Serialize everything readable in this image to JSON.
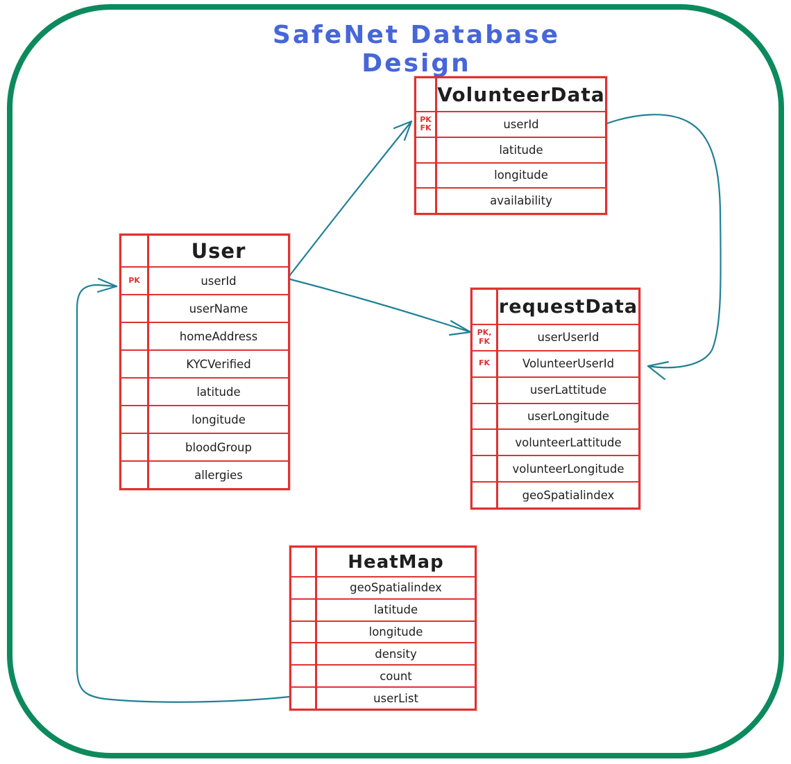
{
  "title": "SafeNet Database Design",
  "colors": {
    "background": "#ffffff",
    "frame": "#0c8a5e",
    "title_text": "#4666d9",
    "table_border": "#e03131",
    "key_text": "#e03131",
    "field_text": "#1e1e1e",
    "arrow": "#1f8096"
  },
  "tables": [
    {
      "name": "VolunteerData",
      "fields": [
        {
          "key": "PK\nFK",
          "label": "userId"
        },
        {
          "key": "",
          "label": "latitude"
        },
        {
          "key": "",
          "label": "longitude"
        },
        {
          "key": "",
          "label": "availability"
        }
      ]
    },
    {
      "name": "User",
      "fields": [
        {
          "key": "PK",
          "label": "userId"
        },
        {
          "key": "",
          "label": "userName"
        },
        {
          "key": "",
          "label": "homeAddress"
        },
        {
          "key": "",
          "label": "KYCVerified"
        },
        {
          "key": "",
          "label": "latitude"
        },
        {
          "key": "",
          "label": "longitude"
        },
        {
          "key": "",
          "label": "bloodGroup"
        },
        {
          "key": "",
          "label": "allergies"
        }
      ]
    },
    {
      "name": "requestData",
      "fields": [
        {
          "key": "PK,\nFK",
          "label": "userUserId"
        },
        {
          "key": "FK",
          "label": "VolunteerUserId"
        },
        {
          "key": "",
          "label": "userLattitude"
        },
        {
          "key": "",
          "label": "userLongitude"
        },
        {
          "key": "",
          "label": "volunteerLattitude"
        },
        {
          "key": "",
          "label": "volunteerLongitude"
        },
        {
          "key": "",
          "label": "geoSpatialindex"
        }
      ]
    },
    {
      "name": "HeatMap",
      "fields": [
        {
          "key": "",
          "label": "geoSpatialindex"
        },
        {
          "key": "",
          "label": "latitude"
        },
        {
          "key": "",
          "label": "longitude"
        },
        {
          "key": "",
          "label": "density"
        },
        {
          "key": "",
          "label": "count"
        },
        {
          "key": "",
          "label": "userList"
        }
      ]
    }
  ],
  "relationships": [
    {
      "from": "User.userId",
      "to": "VolunteerData.userId"
    },
    {
      "from": "User.userId",
      "to": "requestData.userUserId"
    },
    {
      "from": "VolunteerData.userId",
      "to": "requestData.VolunteerUserId"
    },
    {
      "from": "HeatMap.userList",
      "to": "User.userId"
    }
  ]
}
